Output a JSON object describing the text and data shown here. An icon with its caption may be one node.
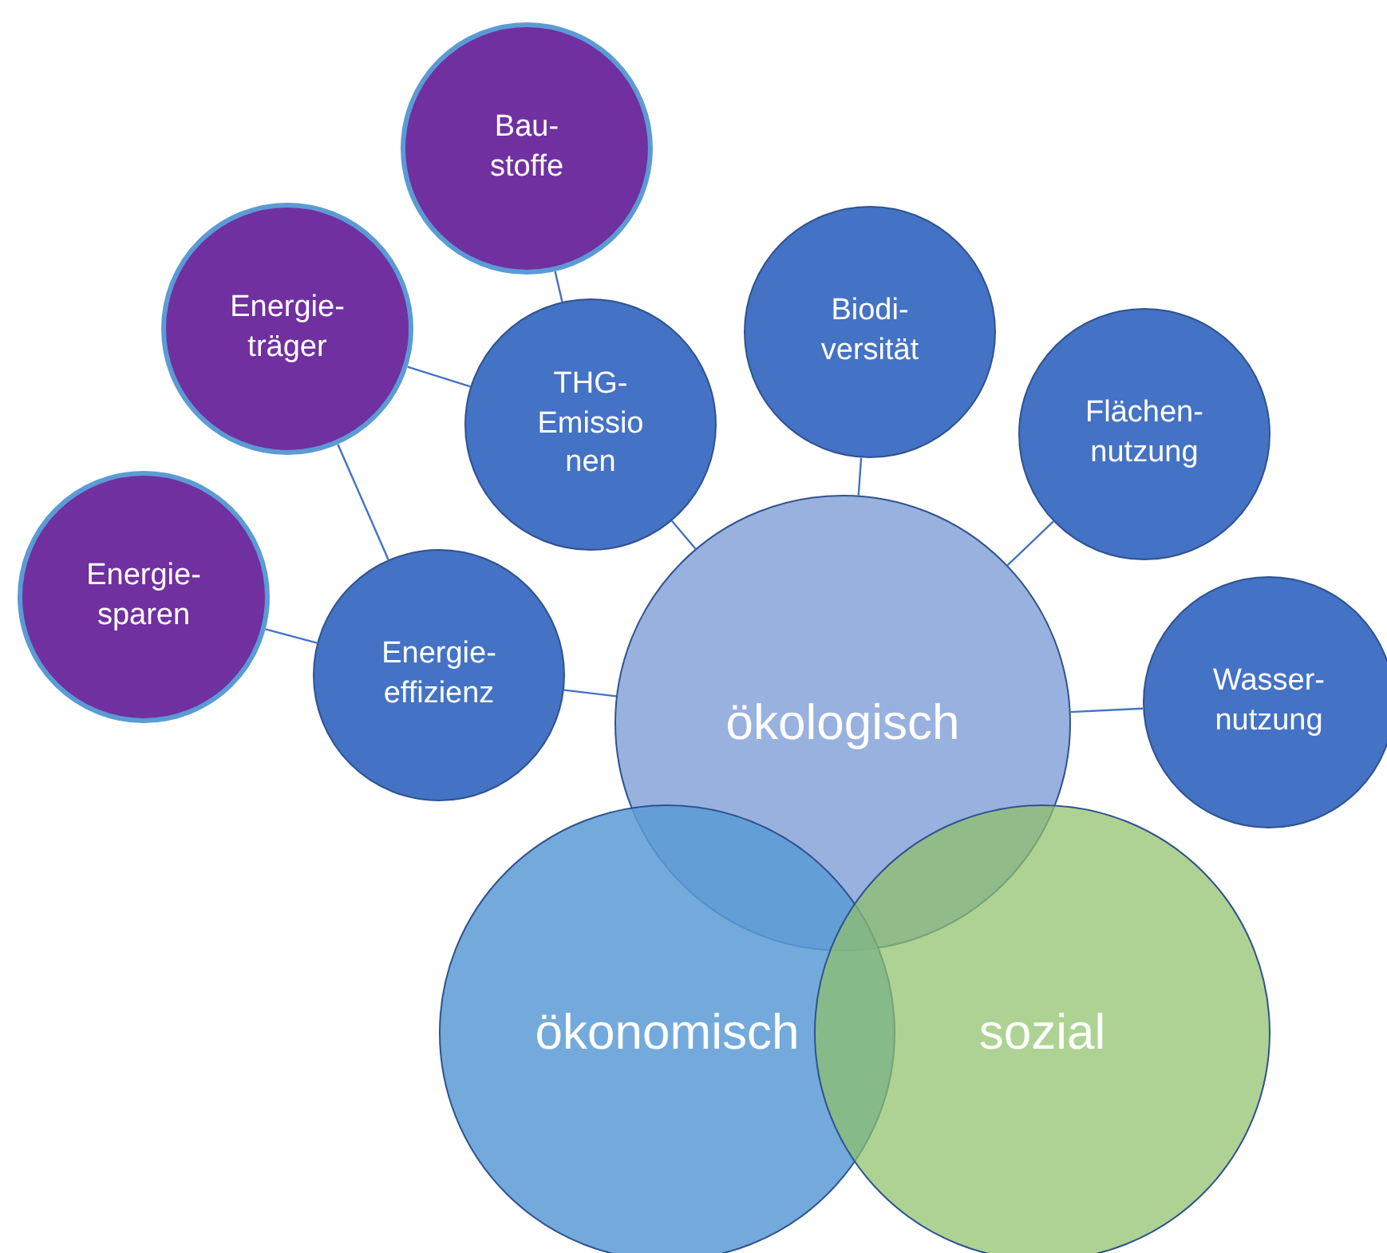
{
  "diagram": {
    "nodes": [
      {
        "text": [
          "ökologisch"
        ]
      },
      {
        "text": [
          "ökonomisch"
        ]
      },
      {
        "text": [
          "sozial"
        ]
      },
      {
        "text": [
          "Energie- effizienz"
        ]
      },
      {
        "text": [
          "THG- Emissio nen"
        ]
      },
      {
        "text": [
          "Biodi- versität"
        ]
      },
      {
        "text": [
          "Flächen- nutzung"
        ]
      },
      {
        "text": [
          "Wasser- nutzung"
        ]
      },
      {
        "text": [
          "Energie- sparen"
        ]
      },
      {
        "text": [
          "Energie- träger"
        ]
      },
      {
        "text": [
          "Bau- stoffe"
        ]
      }
    ],
    "edges": [
      {
        "from": 0,
        "to": 3,
        "arrow": "none"
      },
      {
        "from": 0,
        "to": 4,
        "arrow": "none"
      },
      {
        "from": 0,
        "to": 5,
        "arrow": "none"
      },
      {
        "from": 0,
        "to": 6,
        "arrow": "none"
      },
      {
        "from": 0,
        "to": 7,
        "arrow": "none"
      },
      {
        "from": 3,
        "to": 8,
        "arrow": "none"
      },
      {
        "from": 3,
        "to": 9,
        "arrow": "none"
      },
      {
        "from": 4,
        "to": 9,
        "arrow": "none"
      },
      {
        "from": 4,
        "to": 10,
        "arrow": "none"
      }
    ]
  }
}
